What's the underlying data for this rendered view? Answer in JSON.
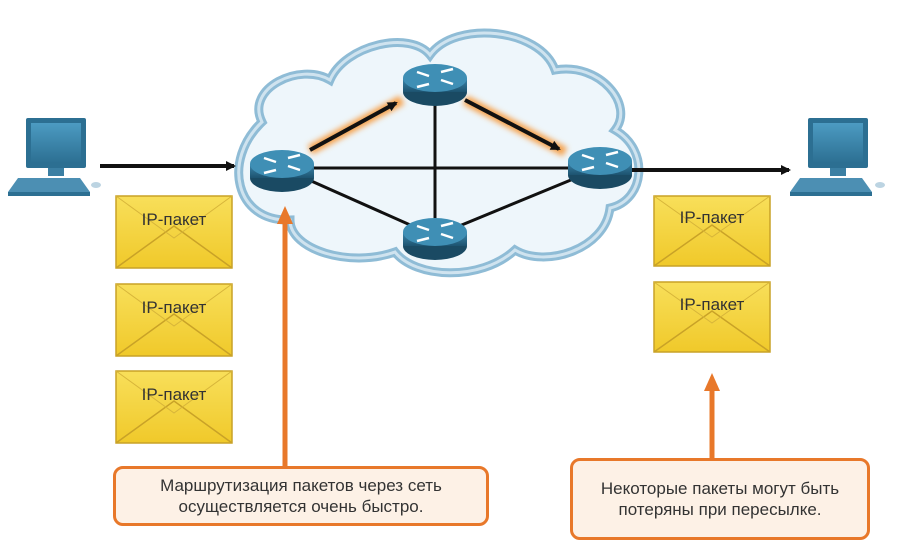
{
  "packets": {
    "left": [
      "IP-пакет",
      "IP-пакет",
      "IP-пакет"
    ],
    "right": [
      "IP-пакет",
      "IP-пакет"
    ]
  },
  "callouts": {
    "routing": "Маршрутизация пакетов через сеть осуществляется очень быстро.",
    "loss": "Некоторые пакеты могут быть потеряны при пересылке."
  },
  "colors": {
    "cloud_fill": "#eef6fb",
    "cloud_stroke": "#8fbcd6",
    "router": "#2a6d8f",
    "envelope": "#f5d43d",
    "callout_border": "#e8782a",
    "callout_fill": "#fdf1e6",
    "arrow_glow": "#f6a04a"
  }
}
